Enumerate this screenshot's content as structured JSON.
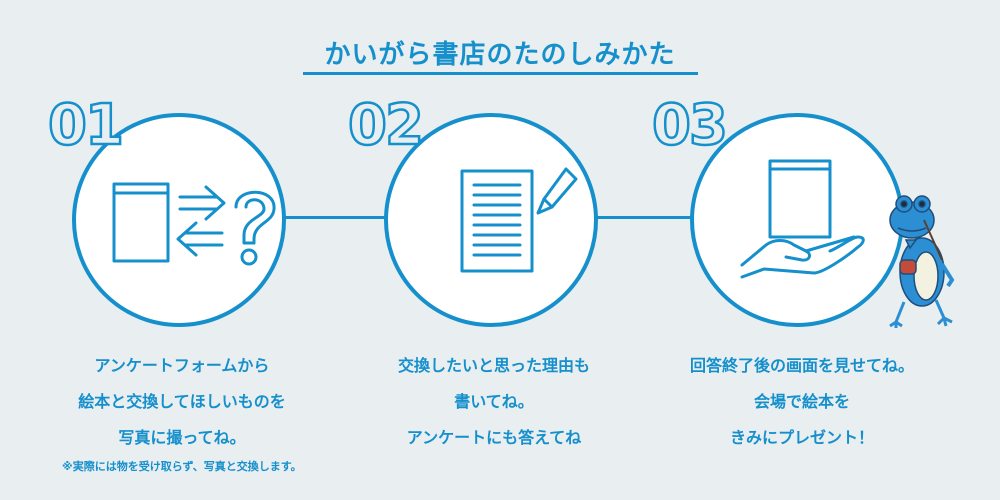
{
  "title": "かいがら書店のたのしみかた",
  "steps": [
    {
      "number": "01",
      "icon": "book-exchange-question-icon",
      "lines": [
        "アンケートフォームから",
        "絵本と交換してほしいものを",
        "写真に撮ってね。"
      ]
    },
    {
      "number": "02",
      "icon": "document-pencil-icon",
      "lines": [
        "交換したいと思った理由も",
        "書いてね。",
        "アンケートにも答えてね"
      ]
    },
    {
      "number": "03",
      "icon": "hand-receiving-book-icon",
      "lines": [
        "回答終了後の画面を見せてね。",
        "会場で絵本を",
        "きみにプレゼント！"
      ]
    }
  ],
  "note": "※実際には物を受け取らず、写真と交換します。",
  "colors": {
    "accent": "#1690cc",
    "background": "#e9eef0"
  }
}
